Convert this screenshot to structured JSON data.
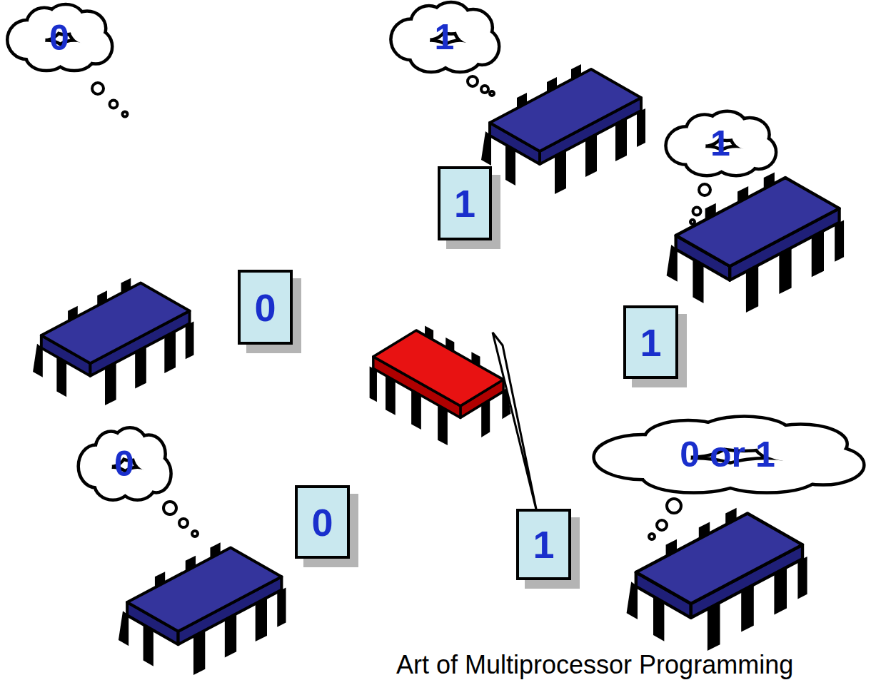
{
  "diagram": {
    "caption": "Art of Multiprocessor Programming",
    "nodes": [
      {
        "text": [
          "0"
        ]
      },
      {
        "text": [
          "1"
        ]
      },
      {
        "text": [
          "1"
        ]
      },
      {
        "text": [
          "1"
        ]
      },
      {
        "text": [
          "0"
        ]
      },
      {
        "text": [
          "1"
        ]
      },
      {
        "text": [
          "0"
        ]
      },
      {
        "text": [
          "0 or 1"
        ]
      },
      {
        "text": [
          "0"
        ]
      },
      {
        "text": [
          "1"
        ]
      }
    ]
  }
}
